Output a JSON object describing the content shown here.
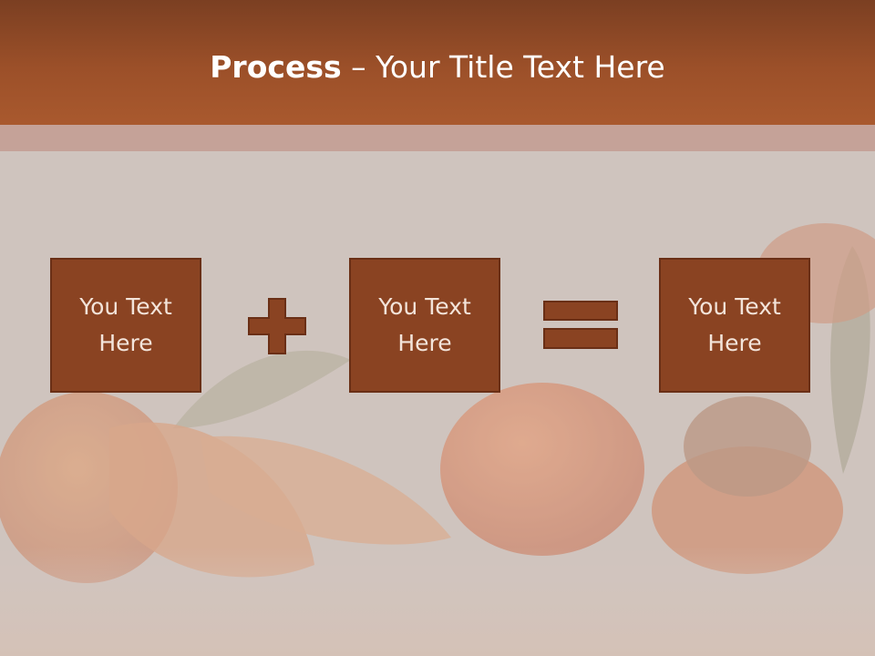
{
  "slide": {
    "title_bold": "Process",
    "title_rest": " – Your Title Text Here",
    "boxes": [
      {
        "text": "You Text Here"
      },
      {
        "text": "You Text Here"
      },
      {
        "text": "You Text Here"
      }
    ],
    "operators": [
      "plus",
      "equals"
    ]
  },
  "colors": {
    "header": "#9c5029",
    "box_fill": "#8a4322",
    "box_border": "#6a2f16",
    "box_text": "#f3e4da",
    "background": "#cfc4bd"
  }
}
